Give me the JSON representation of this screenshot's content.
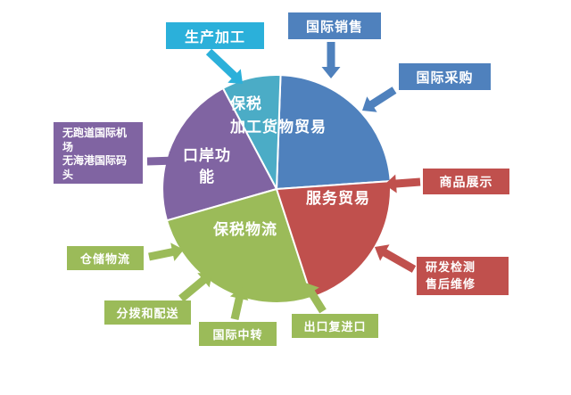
{
  "colors": {
    "blue": "#4F81BD",
    "red": "#C0504D",
    "green": "#9BBB59",
    "purple": "#8064A2",
    "cyan": "#4BACC6",
    "cyan_bright": "#2BB0DA",
    "background": "#FFFFFF",
    "wedge_divider": "#FFFFFF"
  },
  "chart_data": {
    "type": "pie",
    "title": "",
    "legend": "none",
    "segments": [
      {
        "id": "processing-goods-trade",
        "name": "保税加工货物贸易",
        "display_label": "保税\n加工货物贸易",
        "color": "blue",
        "start_deg": 4,
        "end_deg": 88
      },
      {
        "id": "bonded-cyan",
        "name": "",
        "display_label": "",
        "color": "cyan",
        "start_deg": 88,
        "end_deg": 118
      },
      {
        "id": "port-function",
        "name": "口岸功能",
        "display_label": "口岸功\n能",
        "color": "purple",
        "start_deg": 118,
        "end_deg": 196
      },
      {
        "id": "bonded-logistics",
        "name": "保税物流",
        "display_label": "保税物流",
        "color": "green",
        "start_deg": 196,
        "end_deg": 288
      },
      {
        "id": "service-trade",
        "name": "服务贸易",
        "display_label": "服务贸易",
        "color": "red",
        "start_deg": 288,
        "end_deg": 364
      }
    ]
  },
  "callouts": [
    {
      "id": "production-processing",
      "label": "生产加工",
      "color": "cyan_bright"
    },
    {
      "id": "international-sales",
      "label": "国际销售",
      "color": "blue"
    },
    {
      "id": "international-procurement",
      "label": "国际采购",
      "color": "blue"
    },
    {
      "id": "product-display",
      "label": "商品展示",
      "color": "red"
    },
    {
      "id": "rd-testing-after-sales",
      "label": "研发检测\n售后维修",
      "color": "red"
    },
    {
      "id": "export-reimport",
      "label": "出口复进口",
      "color": "green"
    },
    {
      "id": "international-transit",
      "label": "国际中转",
      "color": "green"
    },
    {
      "id": "distribution-delivery",
      "label": "分拨和配送",
      "color": "green"
    },
    {
      "id": "warehousing-logistics",
      "label": "仓储物流",
      "color": "green"
    },
    {
      "id": "no-runway-airport-no-seaport",
      "label": "无跑道国际机场\n无海港国际码头",
      "color": "purple"
    }
  ]
}
